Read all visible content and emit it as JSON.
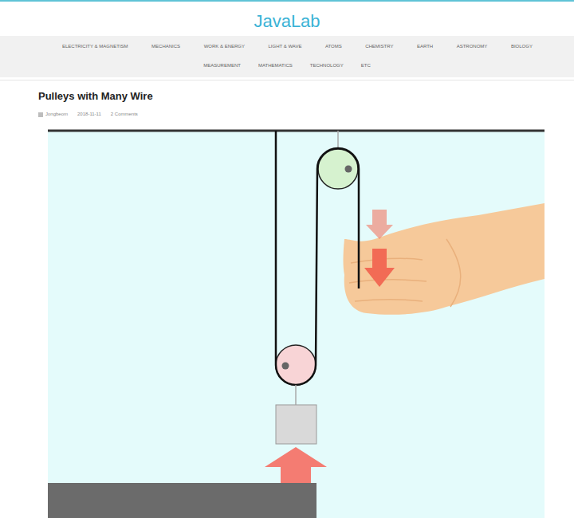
{
  "diagram": {
    "title": "Pulleys with Many Wire",
    "labels": [
      "JavaLab",
      "ELECTRICITY & MAGNETISM",
      "MECHANICS",
      "WORK & ENERGY",
      "LIGHT & WAVE",
      "ATOMS",
      "CHEMISTRY",
      "EARTH",
      "ASTRONOMY",
      "BIOLOGY",
      "MEASUREMENT",
      "MATHEMATICS",
      "TECHNOLOGY",
      "ETC",
      "Jongbeom",
      "2018-11-11",
      "2 Comments"
    ]
  }
}
